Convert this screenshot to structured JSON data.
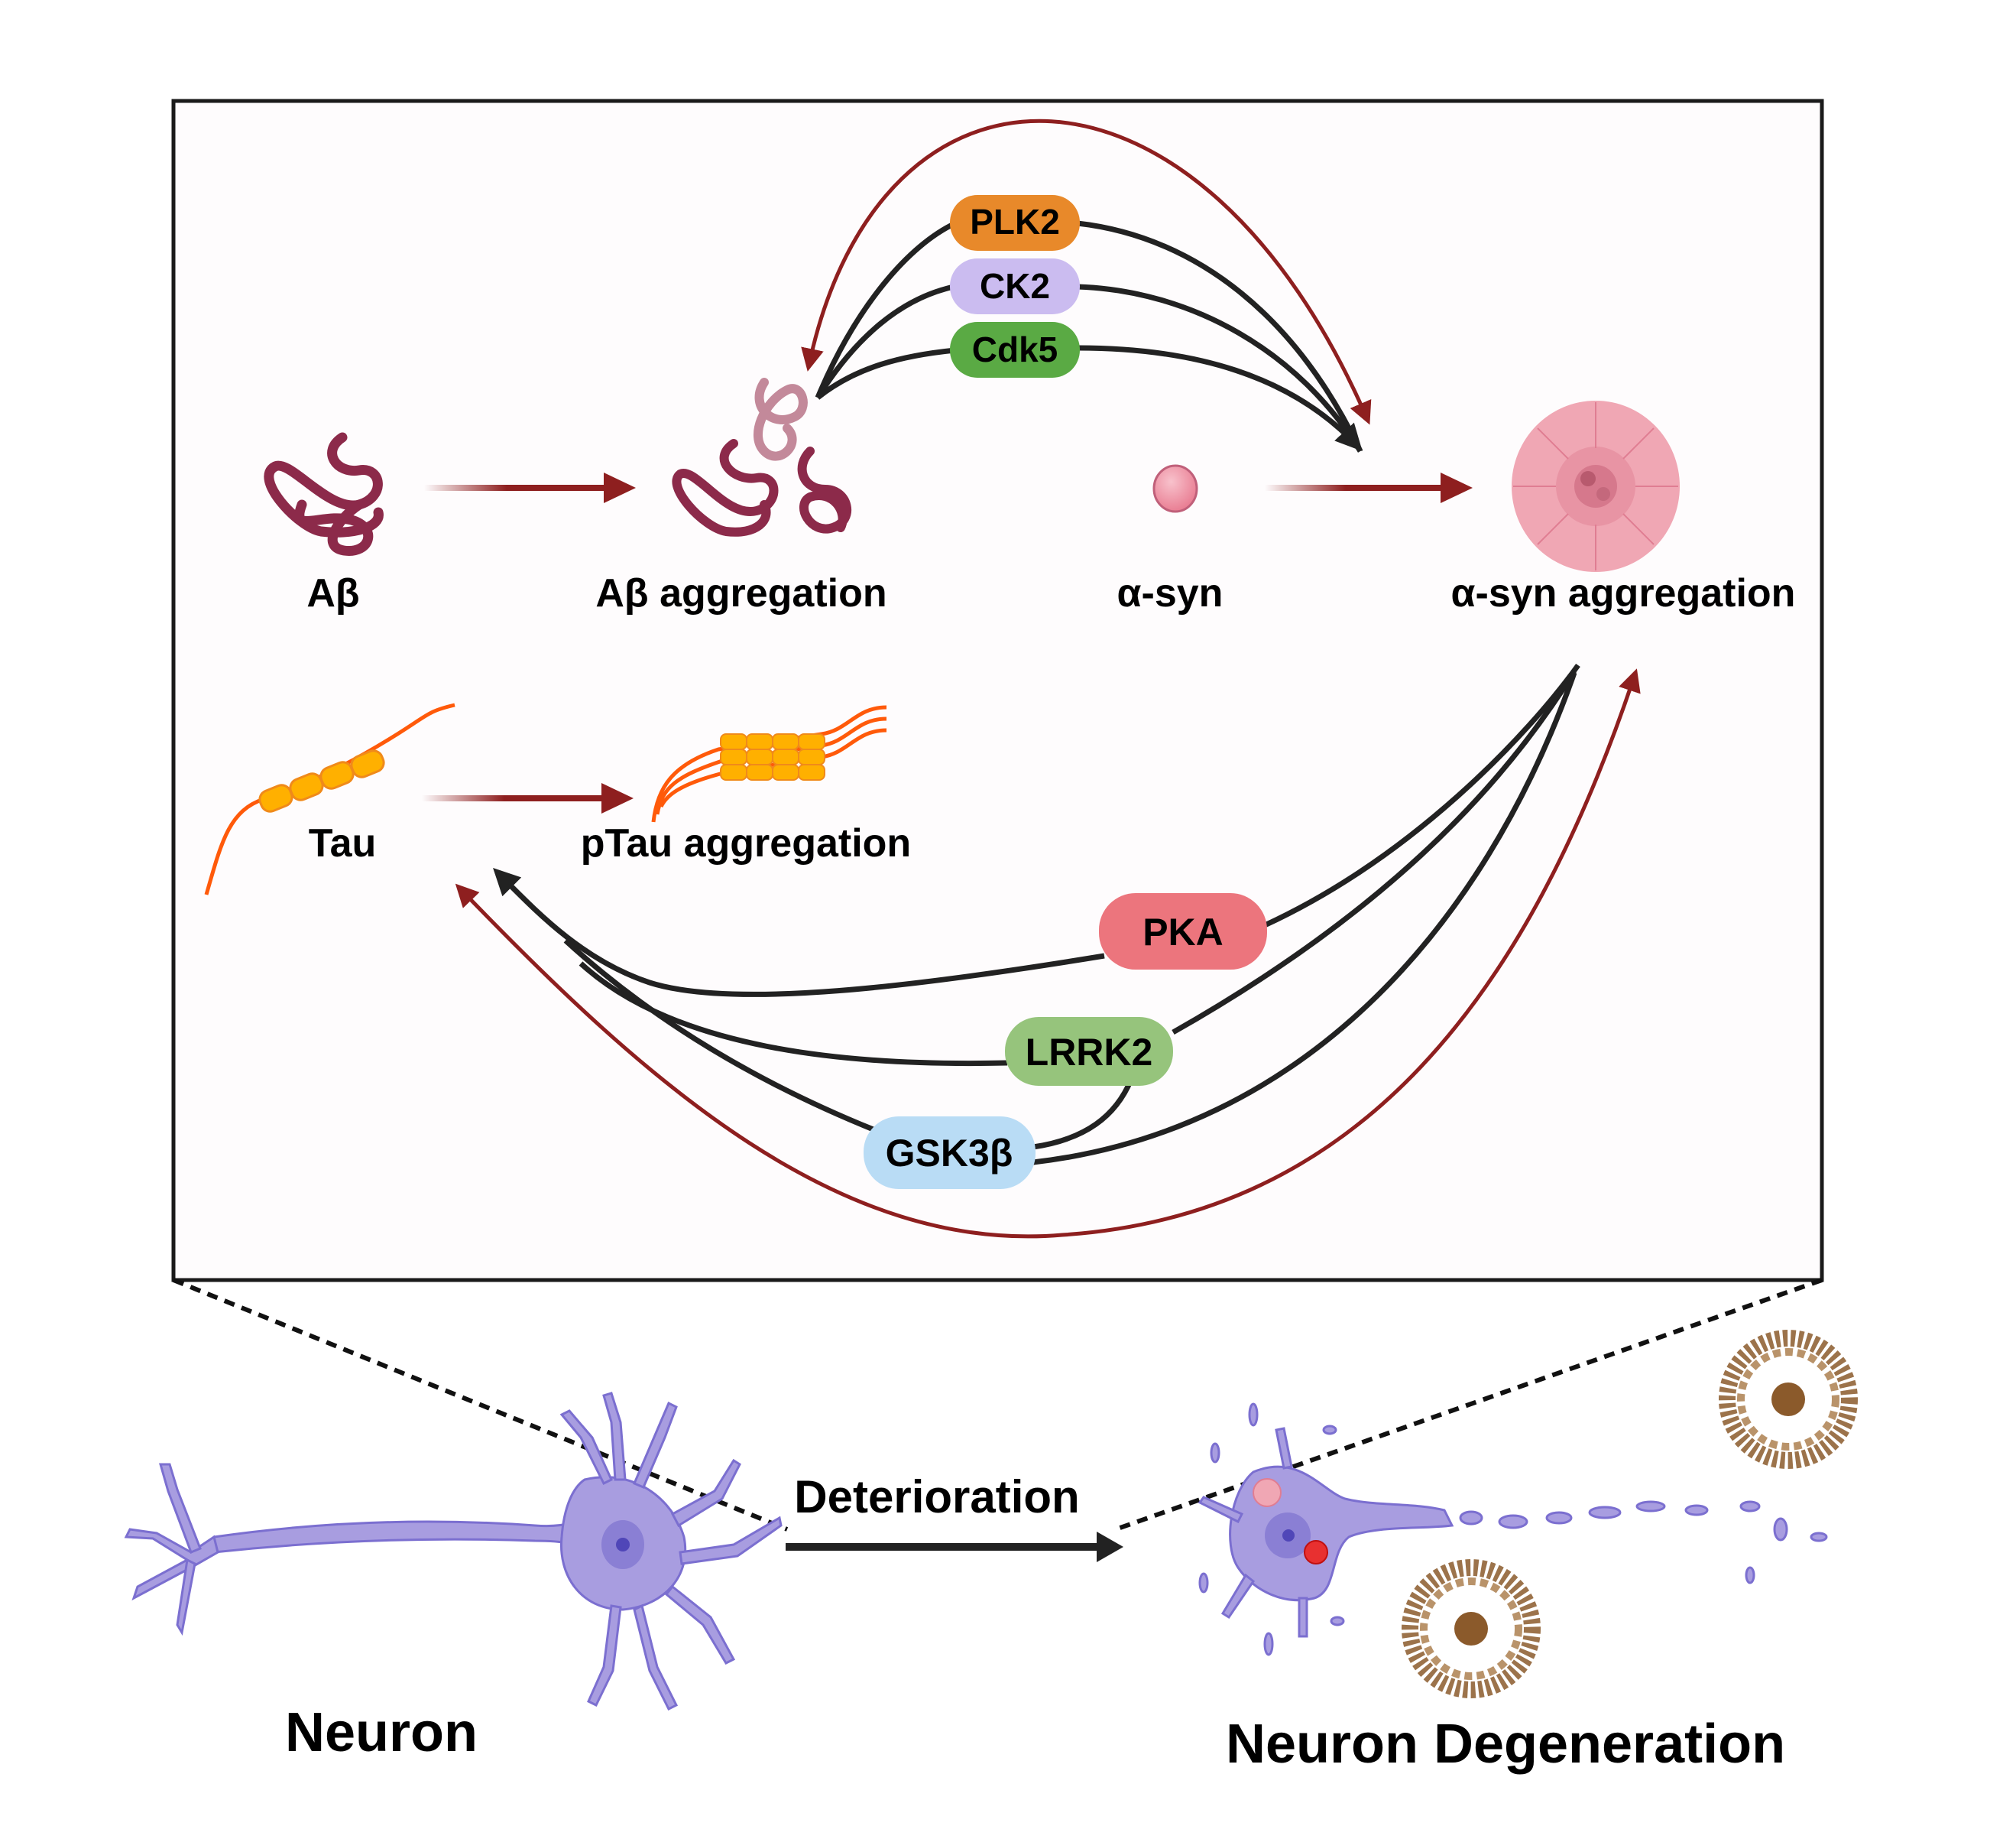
{
  "colors": {
    "dark_red": "#8e1f1f",
    "black_arrow": "#222222",
    "box_fill": "#fefcfd",
    "abeta": "#8c2a4a",
    "abeta_light": "#c3899a",
    "tau_line": "#ff5a0a",
    "tau_bead": "#ffb000",
    "asyn_pink": "#f0a0b0",
    "neuron_purple": "#a89de0",
    "neuron_outline": "#7b6fd0",
    "plaque_brown": "#8b5a2b"
  },
  "kinases_top": [
    {
      "label": "PLK2",
      "color": "#e8892a"
    },
    {
      "label": "CK2",
      "color": "#cbbcf0"
    },
    {
      "label": "Cdk5",
      "color": "#5aaa44"
    }
  ],
  "kinases_bottom": [
    {
      "label": "PKA",
      "color": "#ec757d"
    },
    {
      "label": "LRRK2",
      "color": "#96c47c"
    },
    {
      "label": "GSK3β",
      "color": "#b9dcf5"
    }
  ],
  "proteins": {
    "abeta": "Aβ",
    "abeta_agg": "Aβ aggregation",
    "asyn": "α-syn",
    "asyn_agg": "α-syn aggregation",
    "tau": "Tau",
    "ptau_agg": "pTau aggregation"
  },
  "bottom": {
    "neuron": "Neuron",
    "deterioration": "Deterioration",
    "degeneration": "Neuron Degeneration"
  }
}
